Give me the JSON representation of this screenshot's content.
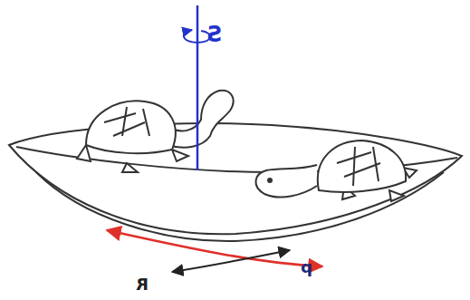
{
  "diagram": {
    "labels": [
      "S",
      "p",
      "R"
    ]
  }
}
